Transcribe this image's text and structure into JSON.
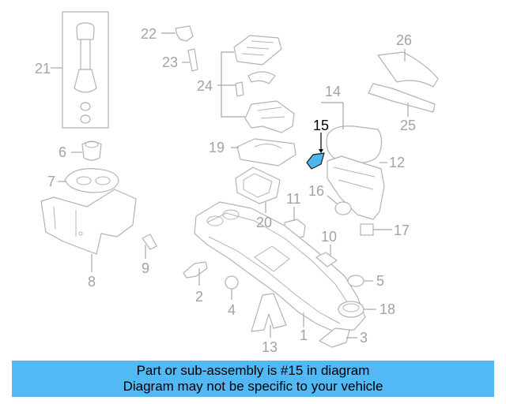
{
  "diagram": {
    "labels": [
      "1",
      "2",
      "3",
      "4",
      "5",
      "6",
      "7",
      "8",
      "9",
      "10",
      "11",
      "12",
      "13",
      "14",
      "15",
      "16",
      "17",
      "18",
      "19",
      "20",
      "21",
      "22",
      "23",
      "24",
      "25",
      "26"
    ],
    "highlighted_part": "15",
    "colors": {
      "highlight": "#4db5f0",
      "banner": "#52b9f5",
      "part_line": "#b3b3b3",
      "label": "#a3a3a3"
    }
  },
  "banner": {
    "line1": "Part or sub-assembly is #15 in diagram",
    "line2": "Diagram may not be specific to your vehicle"
  }
}
